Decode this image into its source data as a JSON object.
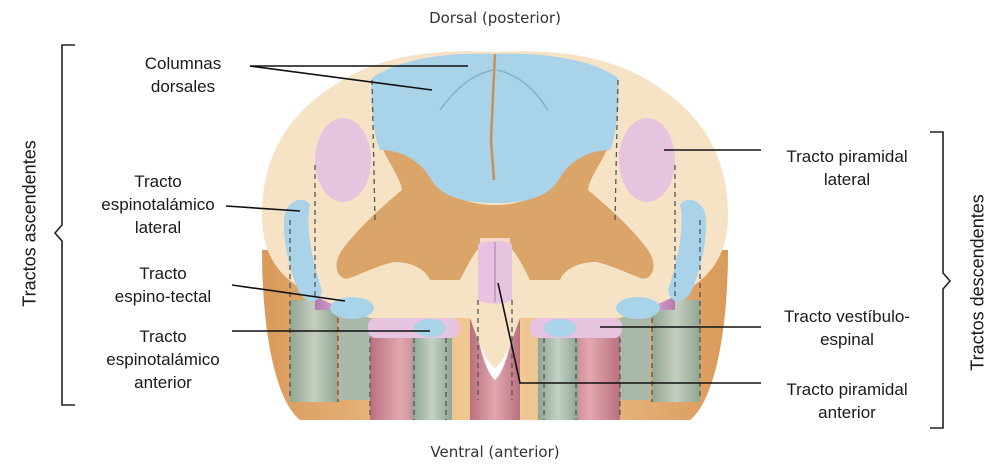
{
  "orientation": {
    "top": "Dorsal (posterior)",
    "bottom": "Ventral (anterior)"
  },
  "groups": {
    "ascending": "Tractos ascendentes",
    "descending": "Tractos descendentes"
  },
  "labels": {
    "dorsal_columns": "Columnas\ndorsales",
    "lateral_spinothalamic": "Tracto\nespinotalámico\nlateral",
    "spinotectal": "Tracto\nespino-tectal",
    "anterior_spinothalamic": "Tracto\nespinotalámico\nanterior",
    "lateral_pyramidal": "Tracto piramidal\nlateral",
    "vestibulospinal": "Tracto vestíbulo-\nespinal",
    "anterior_pyramidal": "Tracto piramidal\nanterior"
  },
  "colors": {
    "white_matter": "#f6e3c6",
    "white_matter_side": "#e8b882",
    "gray_matter": "#dba56a",
    "ascending_tract": "#a9d3e8",
    "descending_tract": "#e6c4e0",
    "descending_tract_side": "#c98cc0",
    "ascending_tract_side": "#9fb2a8",
    "anterior_pyramidal_side": "#cf8a95"
  }
}
